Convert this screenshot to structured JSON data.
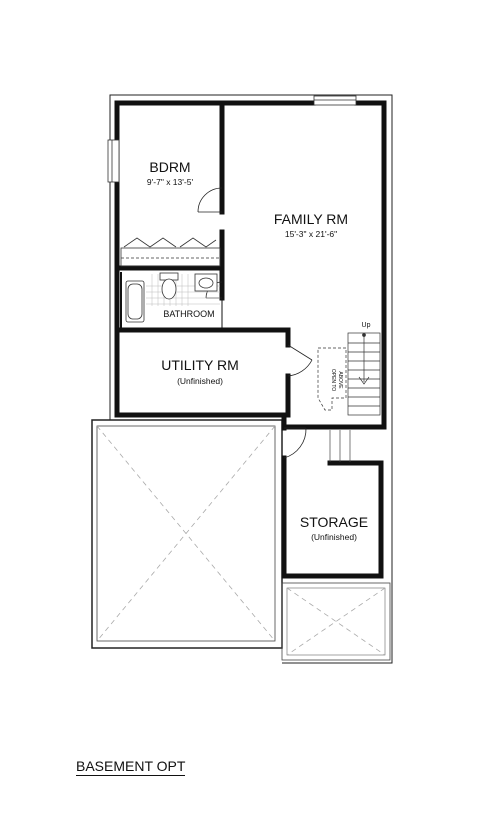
{
  "plan": {
    "caption": "BASEMENT OPT",
    "stair_up": "Up",
    "open_to_above": [
      "OPEN TO",
      "ABOVE"
    ]
  },
  "rooms": {
    "bedroom": {
      "name": "BDRM",
      "dims": "9'-7\" x 13'-5'"
    },
    "family": {
      "name": "FAMILY RM",
      "dims": "15'-3\" x 21'-6\""
    },
    "bathroom": {
      "name": "BATHROOM"
    },
    "utility": {
      "name": "UTILITY RM",
      "note": "(Unfinished)"
    },
    "storage": {
      "name": "STORAGE",
      "note": "(Unfinished)"
    }
  }
}
